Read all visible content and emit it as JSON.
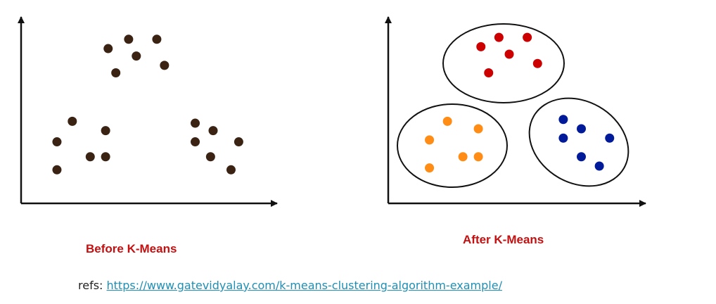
{
  "colors": {
    "axis": "#111111",
    "before_points": "#3b2314",
    "cluster_red": "#cc0000",
    "cluster_orange": "#ff8c14",
    "cluster_blue": "#001a99",
    "caption": "#c41010",
    "link": "#1f8fb5"
  },
  "captions": {
    "before": "Before K-Means",
    "after": "After K-Means"
  },
  "refs": {
    "label": "refs: ",
    "url": "https://www.gatevidyalay.com/k-means-clustering-algorithm-example/"
  },
  "chart_data": [
    {
      "type": "scatter",
      "xlim": [
        0,
        100
      ],
      "ylim": [
        0,
        100
      ],
      "series": [
        {
          "color": "#3b2314",
          "points": [
            [
              34,
              83
            ],
            [
              42,
              88
            ],
            [
              53,
              88
            ],
            [
              45,
              79
            ],
            [
              37,
              70
            ],
            [
              56,
              74
            ],
            [
              20,
              44
            ],
            [
              33,
              39
            ],
            [
              14,
              33
            ],
            [
              27,
              25
            ],
            [
              33,
              25
            ],
            [
              14,
              18
            ],
            [
              68,
              43
            ],
            [
              75,
              39
            ],
            [
              68,
              33
            ],
            [
              85,
              33
            ],
            [
              74,
              25
            ],
            [
              82,
              18
            ]
          ]
        }
      ]
    },
    {
      "type": "scatter",
      "xlim": [
        0,
        100
      ],
      "ylim": [
        0,
        100
      ],
      "series": [
        {
          "color": "#cc0000",
          "points": [
            [
              36,
              84
            ],
            [
              43,
              89
            ],
            [
              54,
              89
            ],
            [
              47,
              80
            ],
            [
              39,
              70
            ],
            [
              58,
              75
            ]
          ]
        },
        {
          "color": "#ff8c14",
          "points": [
            [
              23,
              44
            ],
            [
              35,
              40
            ],
            [
              16,
              34
            ],
            [
              29,
              25
            ],
            [
              35,
              25
            ],
            [
              16,
              19
            ]
          ]
        },
        {
          "color": "#001a99",
          "points": [
            [
              68,
              45
            ],
            [
              75,
              40
            ],
            [
              68,
              35
            ],
            [
              86,
              35
            ],
            [
              75,
              25
            ],
            [
              82,
              20
            ]
          ]
        }
      ]
    }
  ]
}
